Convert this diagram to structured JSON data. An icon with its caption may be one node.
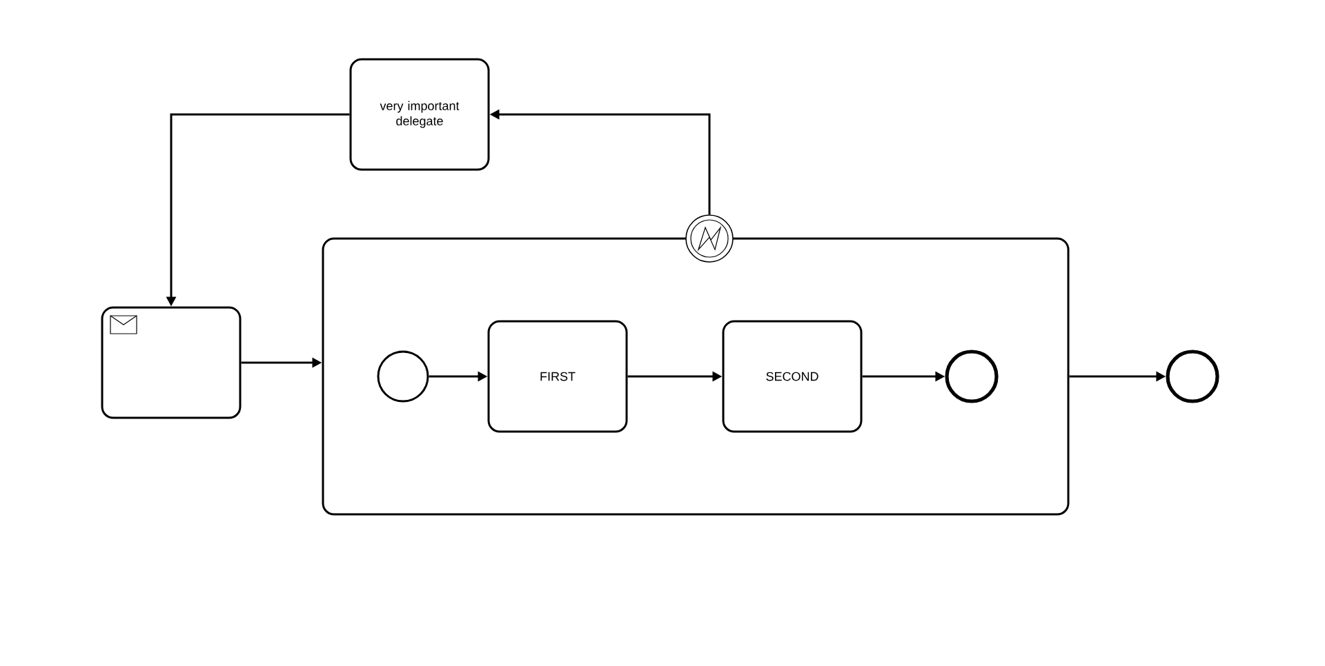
{
  "diagram": {
    "nodes": [
      {
        "text": [
          "very important delegate"
        ]
      },
      {
        "text": [],
        "shape": "box"
      },
      {
        "text": [],
        "shape": "box"
      },
      {
        "text": [],
        "shape": "circle"
      },
      {
        "text": [],
        "shape": "circle",
        "in": 2
      },
      {
        "text": [
          "FIRST"
        ],
        "in": 2
      },
      {
        "text": [
          "SECOND"
        ],
        "in": 2
      },
      {
        "text": [],
        "shape": "circle",
        "in": 2
      },
      {
        "text": [],
        "shape": "circle"
      }
    ],
    "edges": [
      {
        "from": 3,
        "to": 0,
        "arrow": "to"
      },
      {
        "from": 0,
        "to": 1,
        "arrow": "to"
      },
      {
        "from": 1,
        "to": 2,
        "arrow": "to"
      },
      {
        "from": 4,
        "to": 5,
        "arrow": "to"
      },
      {
        "from": 5,
        "to": 6,
        "arrow": "to"
      },
      {
        "from": 6,
        "to": 7,
        "arrow": "to"
      },
      {
        "from": 2,
        "to": 8,
        "arrow": "to"
      }
    ]
  }
}
